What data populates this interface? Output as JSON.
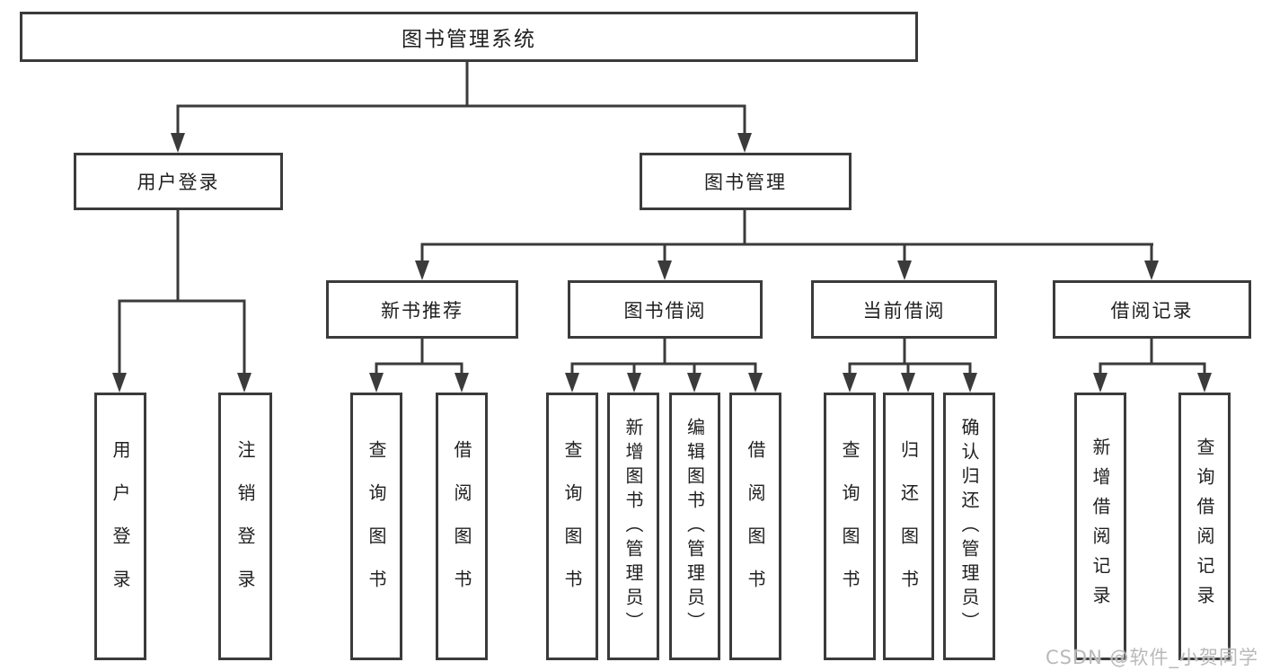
{
  "colors": {
    "line": "#3b3b3b",
    "text": "#1f1f1f",
    "watermark": "#b9b9b9",
    "background": "#ffffff"
  },
  "watermark": {
    "text": "CSDN @软件_小贺同学"
  },
  "tree": {
    "root": {
      "label": "图书管理系统"
    },
    "branches": [
      {
        "label": "用户登录",
        "children": [
          {
            "label": "用户登录"
          },
          {
            "label": "注销登录"
          }
        ]
      },
      {
        "label": "图书管理",
        "children": [
          {
            "label": "新书推荐",
            "children": [
              {
                "label": "查询图书"
              },
              {
                "label": "借阅图书"
              }
            ]
          },
          {
            "label": "图书借阅",
            "children": [
              {
                "label": "查询图书"
              },
              {
                "label": "新增图书（管理员）"
              },
              {
                "label": "编辑图书（管理员）"
              },
              {
                "label": "借阅图书"
              }
            ]
          },
          {
            "label": "当前借阅",
            "children": [
              {
                "label": "查询图书"
              },
              {
                "label": "归还图书"
              },
              {
                "label": "确认归还（管理员）"
              }
            ]
          },
          {
            "label": "借阅记录",
            "children": [
              {
                "label": "新增借阅记录"
              },
              {
                "label": "查询借阅记录"
              }
            ]
          }
        ]
      }
    ]
  }
}
